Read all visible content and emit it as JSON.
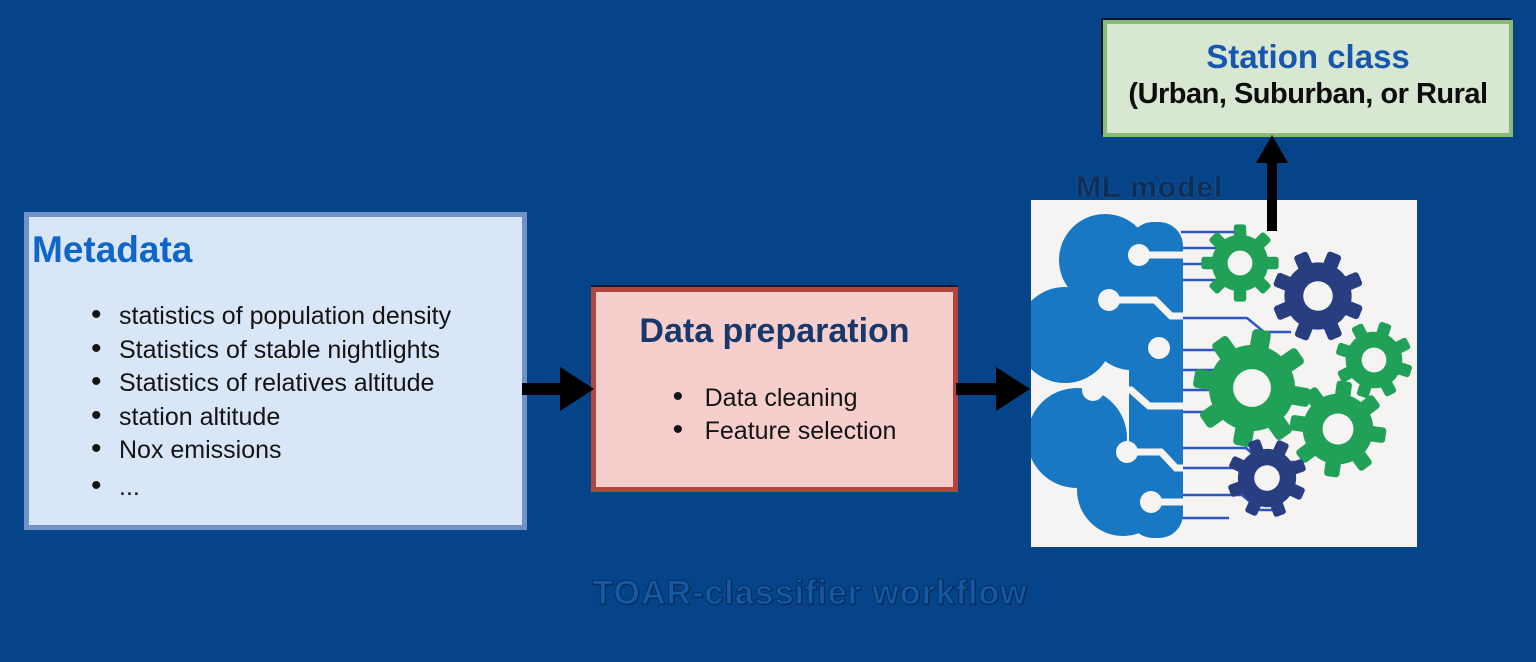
{
  "caption": "TOAR-classifier workflow",
  "metadata_box": {
    "title": "Metadata",
    "items": [
      "statistics of population density",
      "Statistics of stable nightlights",
      "Statistics of relatives altitude",
      "station altitude",
      "Nox emissions",
      "..."
    ]
  },
  "data_preparation_box": {
    "title": "Data preparation",
    "items": [
      "Data cleaning",
      "Feature selection"
    ]
  },
  "ml_model": {
    "label": "ML model",
    "illustration": "brain-with-gears"
  },
  "station_class_box": {
    "title": "Station class",
    "subtitle": "(Urban, Suburban, or Rural"
  },
  "icons": {
    "flow_arrows": [
      "right-arrow",
      "right-arrow",
      "up-arrow"
    ]
  },
  "colors": {
    "background": "#054488",
    "metadata_fill": "#d9e6f7",
    "metadata_border": "#7191c7",
    "metadata_title": "#0e67c8",
    "dataprep_fill": "#f6cfcc",
    "dataprep_border": "#b4453e",
    "dataprep_title": "#17386b",
    "station_fill": "#d7e7d1",
    "station_border": "#8cb973",
    "station_title": "#1857b0",
    "ml_panel": "#f5f4f2",
    "brain_blue": "#1878c4",
    "gear_green": "#21a058",
    "gear_navy": "#283e80",
    "circuit_blue": "#2f55c5",
    "arrow_color": "#000000",
    "caption_text": "#135aa6"
  }
}
